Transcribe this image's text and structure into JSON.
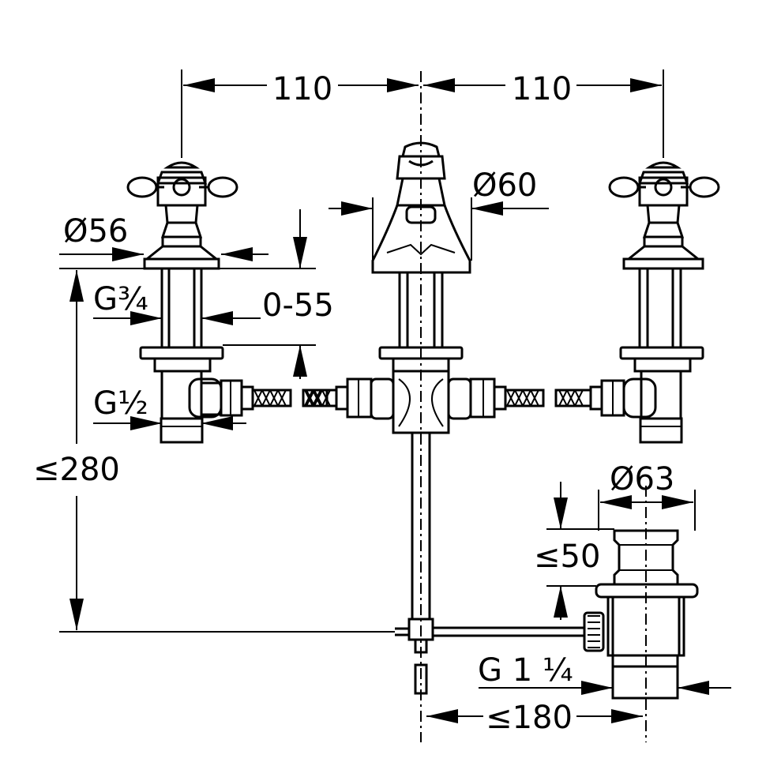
{
  "dimensions": {
    "spacing_left": "110",
    "spacing_right": "110",
    "dia_handle": "Ø56",
    "dia_spout": "Ø60",
    "thread_upper": "G¾",
    "adjust_range": "0-55",
    "thread_lower": "G½",
    "height_max": "≤280",
    "dia_waste": "Ø63",
    "waste_depth": "≤50",
    "thread_waste": "G 1 ¼",
    "waste_distance": "≤180"
  }
}
